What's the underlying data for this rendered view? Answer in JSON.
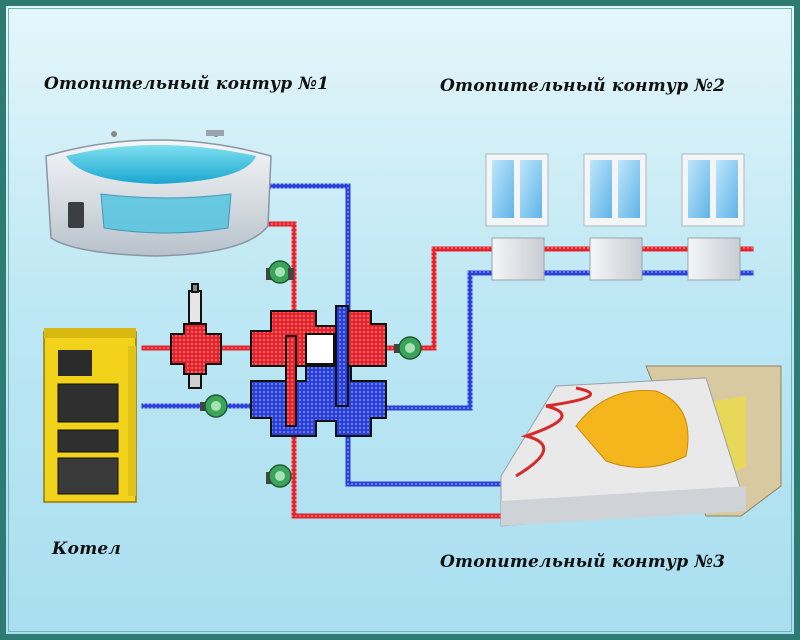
{
  "labels": {
    "circuit1": "Отопительный контур №1",
    "circuit2": "Отопительный контур №2",
    "circuit3": "Отопительный контур №3",
    "boiler": "Котел"
  },
  "colors": {
    "hot": "#e8222a",
    "cold": "#2a3fd6",
    "pump": "#3aa55a",
    "boiler_body": "#f2d21b",
    "background_top": "#e4f6fa",
    "background_bottom": "#a9def0",
    "frame": "#2e7b74"
  },
  "components": {
    "boiler": "solid-fuel boiler",
    "circuit1_device": "corner jacuzzi bathtub",
    "circuit2_devices": [
      "window with radiator",
      "window with radiator",
      "window with radiator"
    ],
    "circuit3_device": "underfloor heating",
    "hydraulic_separator": "hydraulic arrow / manifold",
    "pumps": [
      "pump-boiler-return",
      "pump-circuit1",
      "pump-circuit2",
      "pump-circuit3"
    ]
  }
}
